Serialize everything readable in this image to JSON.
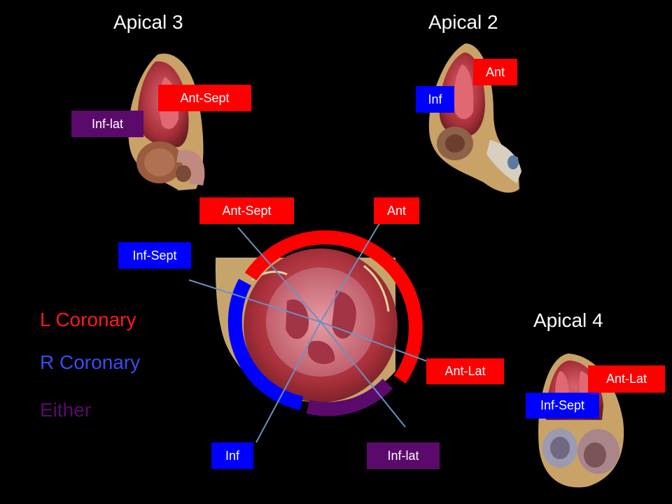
{
  "titles": {
    "apical3": "Apical 3",
    "apical2": "Apical 2",
    "apical4": "Apical 4"
  },
  "legend": {
    "left": "L Coronary",
    "right": "R Coronary",
    "either": "Either"
  },
  "apical3_labels": {
    "ant_sept": "Ant-Sept",
    "inf_lat": "Inf-lat"
  },
  "apical2_labels": {
    "ant": "Ant",
    "inf": "Inf"
  },
  "apical4_labels": {
    "ant_lat": "Ant-Lat",
    "inf_sept": "Inf-Sept"
  },
  "center_labels": {
    "ant_sept": "Ant-Sept",
    "ant": "Ant",
    "inf_sept": "Inf-Sept",
    "ant_lat": "Ant-Lat",
    "inf": "Inf",
    "inf_lat": "Inf-lat"
  },
  "colors": {
    "left_coronary": "#ff0000",
    "right_coronary": "#0000ff",
    "either": "#5b0a6b",
    "background": "#000000",
    "line": "#6f8fc0"
  }
}
